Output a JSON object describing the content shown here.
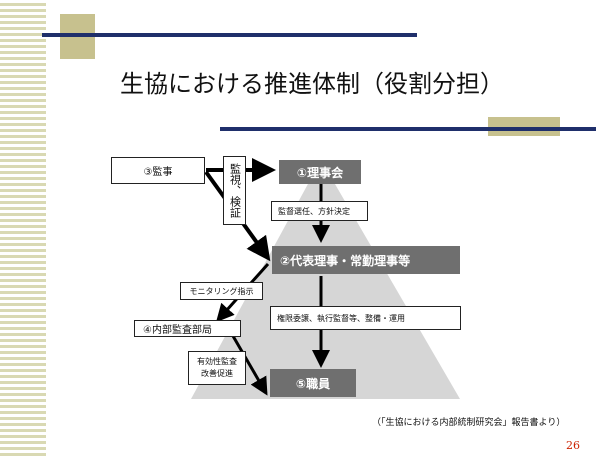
{
  "title": "生協における推進体制（役割分担）",
  "nodes": {
    "auditor": "③監事",
    "board": "①理事会",
    "representative": "②代表理事・常勤理事等",
    "internal_audit": "④内部監査部局",
    "staff": "⑤職員"
  },
  "labels": {
    "monitor_verify": "監視、検証",
    "supervise": "監督選任、方針決定",
    "monitoring": "モニタリング指示",
    "delegate": "権限委譲、執行監督等、整備・運用",
    "effectiveness": "有効性監査",
    "improvement": "改善促進"
  },
  "source_note": "（「生協における内部統制研究会」報告書より）",
  "page_number": "26"
}
